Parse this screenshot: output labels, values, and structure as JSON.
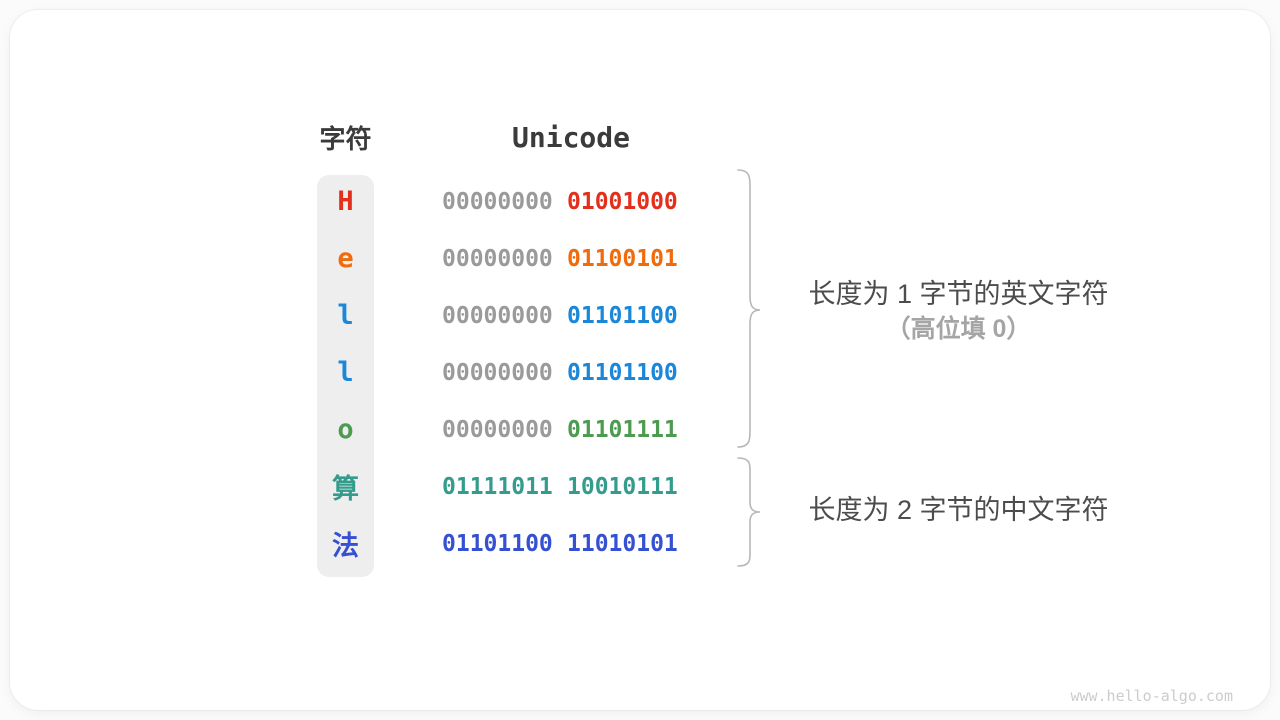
{
  "colors": {
    "red": "#e2301d",
    "orange": "#ef6b0c",
    "blue": "#1a87d9",
    "green": "#4c9b51",
    "teal": "#349c8c",
    "royal": "#3550d2",
    "gray_bits": "#9a9a9a",
    "heading": "#3b3b3b",
    "annotation": "#4c4c4c",
    "annotation_sub": "#a5a5a5",
    "brace": "#b8b8b8",
    "watermark": "#cccccc",
    "strip_bg": "#eeeeee",
    "card_bg": "#ffffff"
  },
  "headers": {
    "char": "字符",
    "unicode": "Unicode"
  },
  "rows": [
    {
      "char": "H",
      "char_color": "#e2301d",
      "byte1": "00000000",
      "byte1_color": "#9a9a9a",
      "byte2": "01001000",
      "byte2_color": "#e2301d"
    },
    {
      "char": "e",
      "char_color": "#ef6b0c",
      "byte1": "00000000",
      "byte1_color": "#9a9a9a",
      "byte2": "01100101",
      "byte2_color": "#ef6b0c"
    },
    {
      "char": "l",
      "char_color": "#1a87d9",
      "byte1": "00000000",
      "byte1_color": "#9a9a9a",
      "byte2": "01101100",
      "byte2_color": "#1a87d9"
    },
    {
      "char": "l",
      "char_color": "#1a87d9",
      "byte1": "00000000",
      "byte1_color": "#9a9a9a",
      "byte2": "01101100",
      "byte2_color": "#1a87d9"
    },
    {
      "char": "o",
      "char_color": "#4c9b51",
      "byte1": "00000000",
      "byte1_color": "#9a9a9a",
      "byte2": "01101111",
      "byte2_color": "#4c9b51"
    },
    {
      "char": "算",
      "char_color": "#349c8c",
      "byte1": "01111011",
      "byte1_color": "#349c8c",
      "byte2": "10010111",
      "byte2_color": "#349c8c"
    },
    {
      "char": "法",
      "char_color": "#3550d2",
      "byte1": "01101100",
      "byte1_color": "#3550d2",
      "byte2": "11010101",
      "byte2_color": "#3550d2"
    }
  ],
  "annotations": {
    "english": {
      "line1": "长度为 1 字节的英文字符",
      "line2": "（高位填 0）"
    },
    "chinese": {
      "line1": "长度为 2 字节的中文字符"
    }
  },
  "watermark": "www.hello-algo.com"
}
